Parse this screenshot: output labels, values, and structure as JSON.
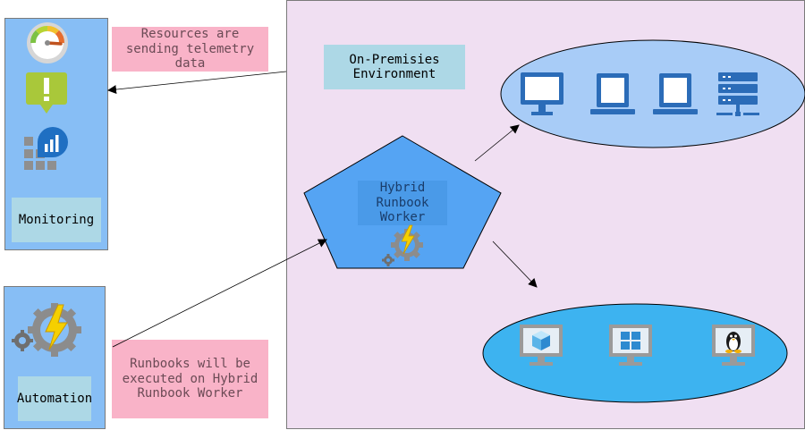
{
  "colors": {
    "monitoring_panel": "#87bef5",
    "onprem_panel": "#f0dff2",
    "label_box": "#add8e6",
    "note": "#f9b3c8",
    "physical_ellipse": "#a8ccf7",
    "vm_ellipse": "#3db3f0",
    "worker_pentagon": "#55a4f3",
    "device_blue": "#2b6cb8"
  },
  "monitoring": {
    "label": "Monitoring",
    "icons": [
      "speedometer-icon",
      "alert-icon",
      "analytics-icon"
    ]
  },
  "automation": {
    "label": "Automation",
    "icons": [
      "automation-gear-icon"
    ]
  },
  "notes": {
    "telemetry": "Resources are sending telemetry data",
    "runbooks": "Runbooks will be executed on Hybrid Runbook Worker"
  },
  "onprem": {
    "label": "On-Premisies Environment"
  },
  "worker": {
    "label": "Hybrid Runbook Worker",
    "icons": [
      "automation-gear-icon"
    ]
  },
  "physical_devices": [
    "desktop-monitor-icon",
    "laptop-icon",
    "laptop-icon",
    "server-icon"
  ],
  "virtual_machines": [
    "vm-cube-icon",
    "vm-windows-icon",
    "vm-linux-icon"
  ]
}
